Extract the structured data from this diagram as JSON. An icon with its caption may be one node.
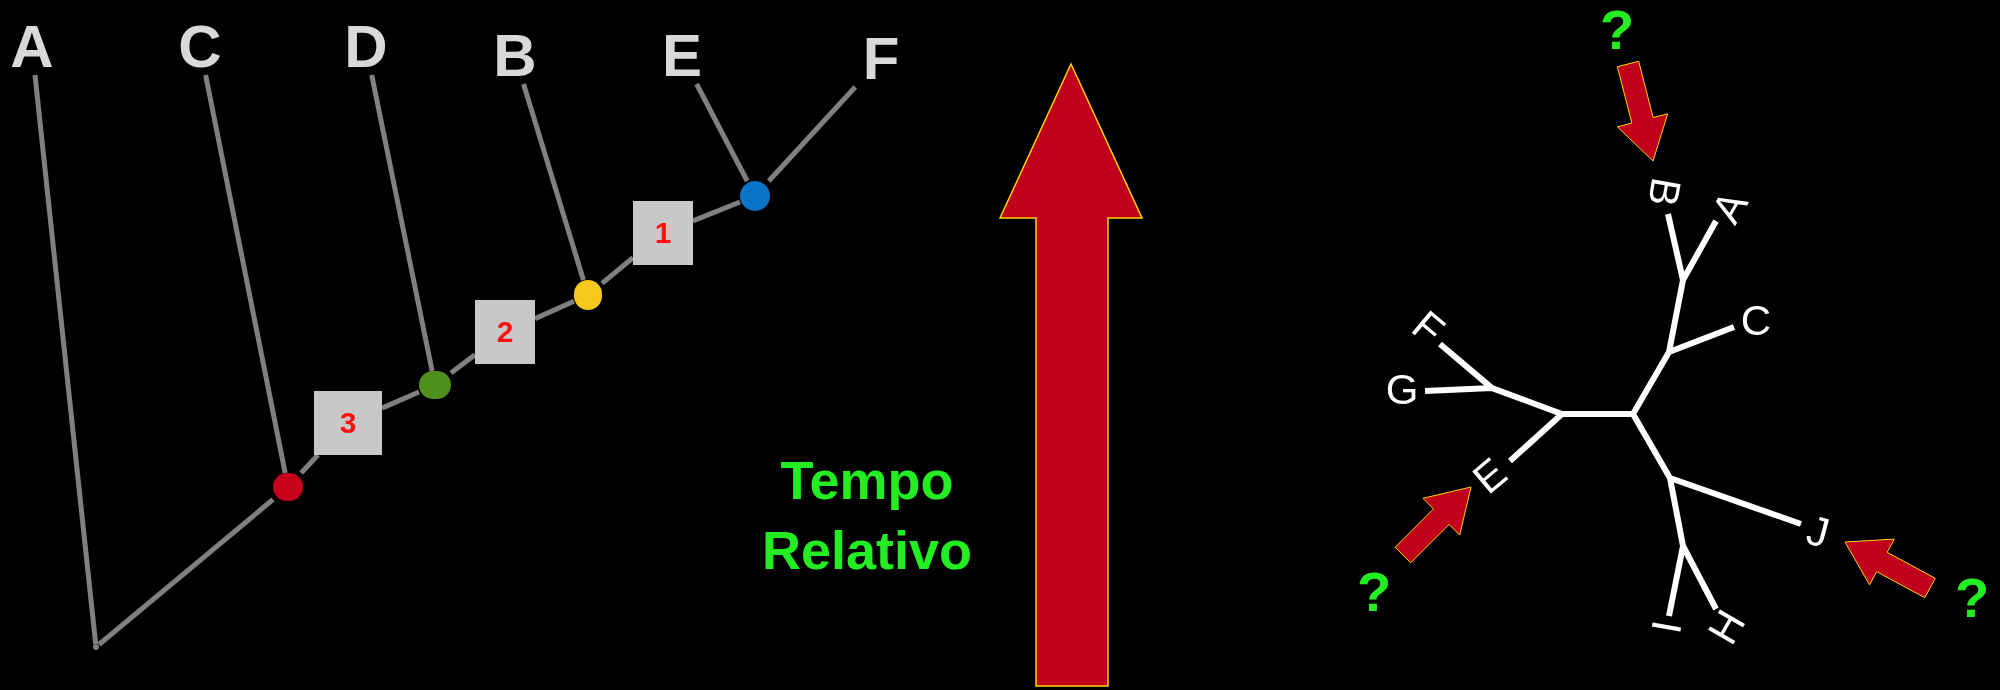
{
  "diagram": {
    "nodes": [
      {
        "text": [
          "A"
        ]
      },
      {
        "text": [
          "C"
        ]
      },
      {
        "text": [
          "D"
        ]
      },
      {
        "text": [
          "B"
        ]
      },
      {
        "text": [
          "E"
        ]
      },
      {
        "text": [
          "F"
        ]
      },
      {
        "text": [],
        "shape": "circle"
      },
      {
        "text": [
          "1"
        ]
      },
      {
        "text": [],
        "shape": "circle"
      },
      {
        "text": [
          "2"
        ]
      },
      {
        "text": [],
        "shape": "circle"
      },
      {
        "text": [
          "3"
        ]
      },
      {
        "text": [],
        "shape": "circle"
      },
      {
        "text": [],
        "shape": "point"
      }
    ],
    "edges": [
      {
        "from": 0,
        "to": 13,
        "arrow": "none"
      },
      {
        "from": 13,
        "to": 12,
        "arrow": "none"
      },
      {
        "from": 1,
        "to": 12,
        "arrow": "none"
      },
      {
        "from": 12,
        "to": 11,
        "arrow": "none"
      },
      {
        "from": 11,
        "to": 10,
        "arrow": "none"
      },
      {
        "from": 2,
        "to": 10,
        "arrow": "none"
      },
      {
        "from": 10,
        "to": 9,
        "arrow": "none"
      },
      {
        "from": 9,
        "to": 8,
        "arrow": "none"
      },
      {
        "from": 3,
        "to": 8,
        "arrow": "none"
      },
      {
        "from": 8,
        "to": 7,
        "arrow": "none"
      },
      {
        "from": 7,
        "to": 6,
        "arrow": "none"
      },
      {
        "from": 4,
        "to": 6,
        "arrow": "none"
      },
      {
        "from": 5,
        "to": 6,
        "arrow": "none"
      }
    ],
    "labels": [
      "Tempo Relativo",
      "?",
      "B",
      "A",
      "C",
      "F",
      "G",
      "E",
      "J",
      "?",
      "?",
      "I",
      "H"
    ]
  }
}
